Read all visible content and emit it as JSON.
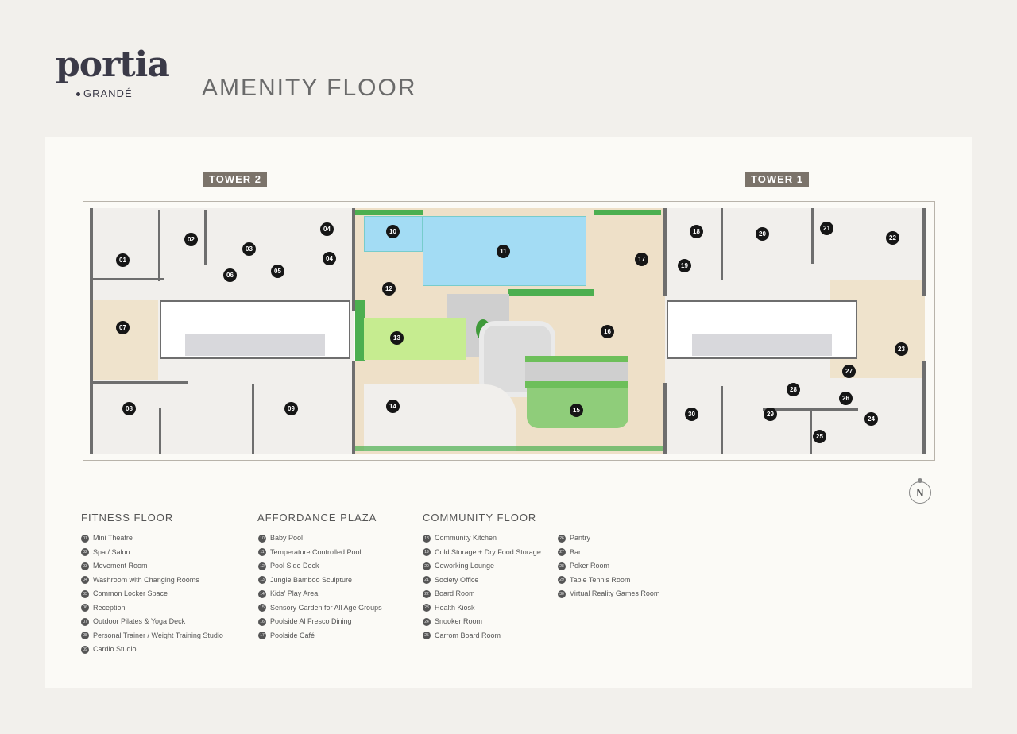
{
  "brand": {
    "name": "portia",
    "sub": "GRANDÉ"
  },
  "title": "AMENITY FLOOR",
  "towers": {
    "left": "TOWER 2",
    "right": "TOWER 1"
  },
  "compass": "N",
  "colors": {
    "pool": "#a3dcf4",
    "deck": "#eee0c8",
    "lawn": "#8fcd7a",
    "jungle": "#c6ec90",
    "hedge": "#4caf50",
    "wall": "#6e6e6e",
    "marker": "#161616"
  },
  "plan": {
    "markers": [
      "01",
      "02",
      "03",
      "04",
      "04",
      "05",
      "06",
      "07",
      "08",
      "09",
      "10",
      "11",
      "12",
      "13",
      "14",
      "15",
      "16",
      "17",
      "18",
      "19",
      "20",
      "21",
      "22",
      "23",
      "24",
      "25",
      "26",
      "27",
      "28",
      "29",
      "30"
    ]
  },
  "legend": {
    "fitness": {
      "title": "FITNESS FLOOR",
      "items": [
        {
          "n": "01",
          "label": "Mini Theatre"
        },
        {
          "n": "02",
          "label": "Spa / Salon"
        },
        {
          "n": "03",
          "label": "Movement Room"
        },
        {
          "n": "04",
          "label": "Washroom with Changing Rooms"
        },
        {
          "n": "05",
          "label": "Common Locker Space"
        },
        {
          "n": "06",
          "label": "Reception"
        },
        {
          "n": "07",
          "label": "Outdoor Pilates & Yoga Deck"
        },
        {
          "n": "08",
          "label": "Personal Trainer / Weight Training Studio"
        },
        {
          "n": "09",
          "label": "Cardio Studio"
        }
      ]
    },
    "plaza": {
      "title": "AFFORDANCE PLAZA",
      "items": [
        {
          "n": "10",
          "label": "Baby Pool"
        },
        {
          "n": "11",
          "label": "Temperature Controlled Pool"
        },
        {
          "n": "12",
          "label": "Pool Side Deck"
        },
        {
          "n": "13",
          "label": "Jungle Bamboo Sculpture"
        },
        {
          "n": "14",
          "label": "Kids' Play Area"
        },
        {
          "n": "15",
          "label": "Sensory Garden for All Age Groups"
        },
        {
          "n": "16",
          "label": "Poolside Al Fresco Dining"
        },
        {
          "n": "17",
          "label": "Poolside Café"
        }
      ]
    },
    "community": {
      "title": "COMMUNITY FLOOR",
      "items": [
        {
          "n": "18",
          "label": "Community Kitchen"
        },
        {
          "n": "19",
          "label": "Cold Storage + Dry Food Storage"
        },
        {
          "n": "20",
          "label": "Coworking Lounge"
        },
        {
          "n": "21",
          "label": "Society Office"
        },
        {
          "n": "22",
          "label": "Board Room"
        },
        {
          "n": "23",
          "label": "Health Kiosk"
        },
        {
          "n": "24",
          "label": "Snooker Room"
        },
        {
          "n": "25",
          "label": "Carrom Board Room"
        },
        {
          "n": "26",
          "label": "Pantry"
        },
        {
          "n": "27",
          "label": "Bar"
        },
        {
          "n": "28",
          "label": "Poker Room"
        },
        {
          "n": "29",
          "label": "Table Tennis Room"
        },
        {
          "n": "30",
          "label": "Virtual Reality Games Room"
        }
      ]
    }
  }
}
